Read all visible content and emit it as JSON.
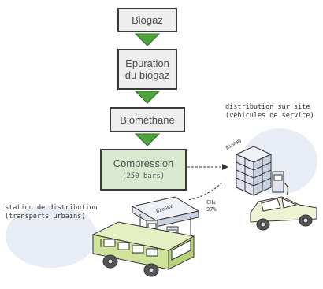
{
  "steps": [
    {
      "label": "Biogaz"
    },
    {
      "label": "Epuration du biogaz"
    },
    {
      "label": "Biométhane"
    },
    {
      "label": "Compression",
      "sub": "(250 bars)"
    }
  ],
  "annotations": {
    "site": "distribution sur site (véhicules de service)",
    "station": "station de distribution (transports urbains)",
    "ch4_formula": "CH₄",
    "ch4_percent": "97%",
    "tank_label": "BioGNV",
    "pump_label": "BioGNV"
  },
  "colors": {
    "arrow": "#4ea33a",
    "box_fill": "#eeeeee",
    "box_highlight": "#d9ead1",
    "blob": "#e8edf5",
    "bus": "#cfe49a",
    "car": "#f0f2d4",
    "stroke": "#3a3a3a"
  }
}
